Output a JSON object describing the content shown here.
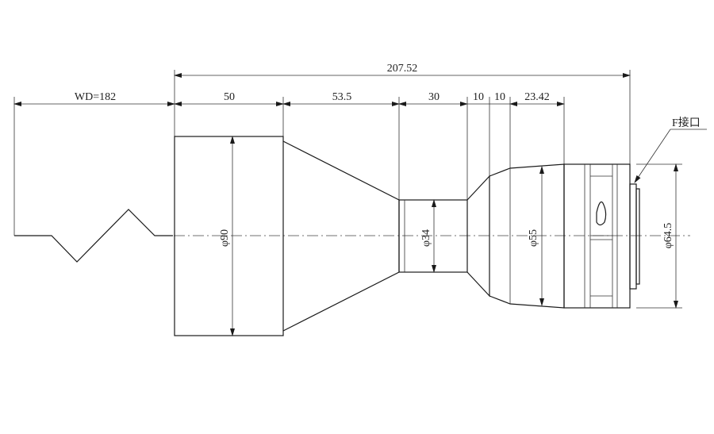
{
  "drawing": {
    "dimensions": {
      "total_length": "207.52",
      "wd": "WD=182",
      "seg1": "50",
      "seg2": "53.5",
      "seg3": "30",
      "seg4": "10",
      "seg5": "10",
      "seg6": "23.42",
      "dia1": "φ90",
      "dia2": "φ34",
      "dia3": "φ55",
      "dia4": "φ64.5"
    },
    "mount_label": "F接口"
  }
}
